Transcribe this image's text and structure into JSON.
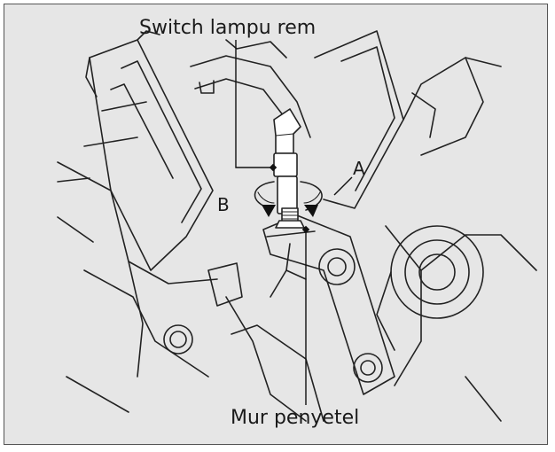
{
  "labels": {
    "switch": "Switch lampu rem",
    "adjuster_nut": "Mur penyetel",
    "rotation_a": "A",
    "rotation_b": "B"
  },
  "colors": {
    "figure_background": "#e6e6e6",
    "line": "#222222",
    "frame_border": "#555555",
    "part_fill": "#ffffff"
  }
}
